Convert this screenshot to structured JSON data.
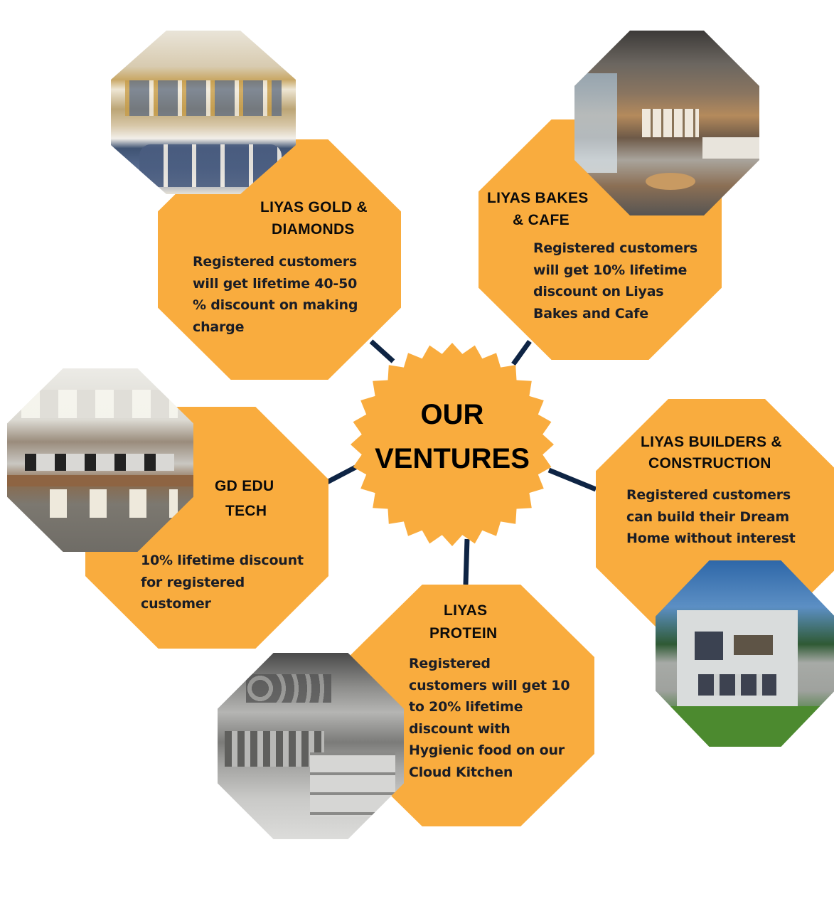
{
  "center": {
    "line1": "OUR",
    "line2": "VENTURES",
    "color": "#F9AC3E"
  },
  "colors": {
    "octagon_fill": "#F9AC3E",
    "connector": "#0E2444",
    "text": "#0b0b0b"
  },
  "ventures": [
    {
      "title_line1": "LIYAS GOLD &",
      "title_line2": "DIAMONDS",
      "description": [
        "Registered customers",
        "will get lifetime 40-50",
        "% discount on making",
        "charge"
      ],
      "image": "jewellery-showroom-photo"
    },
    {
      "title_line1": "LIYAS BAKES",
      "title_line2": "& CAFE",
      "description": [
        "Registered customers",
        "will get 10% lifetime",
        "discount on Liyas",
        "Bakes and Cafe"
      ],
      "image": "cafe-interior-photo"
    },
    {
      "title_line1": "GD EDU",
      "title_line2": "TECH",
      "description": [
        "10% lifetime discount",
        "for registered",
        "customer"
      ],
      "image": "office-workspace-photo"
    },
    {
      "title_line1": "LIYAS BUILDERS &",
      "title_line2": "CONSTRUCTION",
      "description": [
        "Registered customers",
        "can build their Dream",
        "Home without interest"
      ],
      "image": "modern-house-photo"
    },
    {
      "title_line1": "LIYAS",
      "title_line2": "PROTEIN",
      "description": [
        "Registered",
        "customers will get 10",
        "to 20%  lifetime",
        "discount with",
        "Hygienic food on our",
        "Cloud Kitchen"
      ],
      "image": "commercial-kitchen-photo"
    }
  ]
}
